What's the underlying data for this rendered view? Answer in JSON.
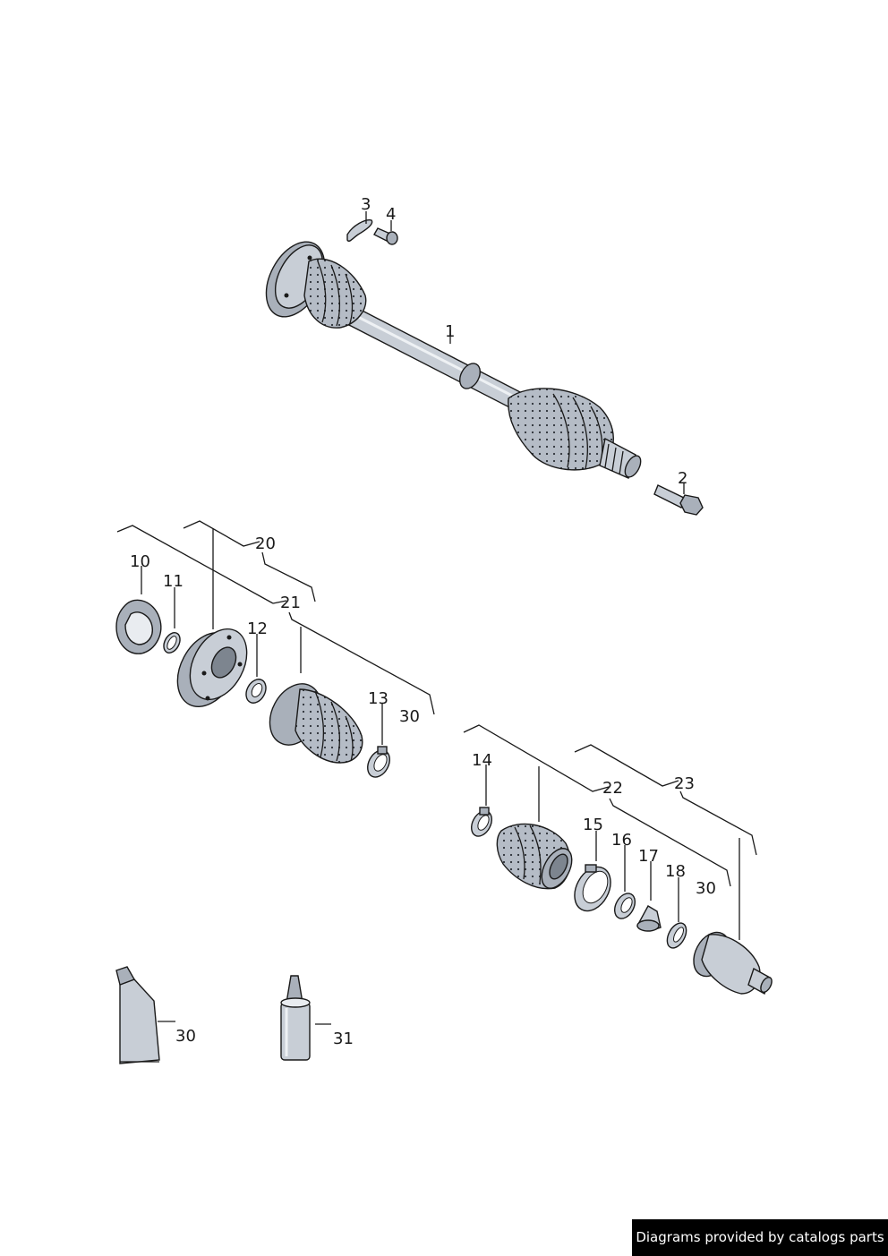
{
  "callouts": [
    "1",
    "2",
    "3",
    "4",
    "10",
    "11",
    "12",
    "13",
    "14",
    "15",
    "16",
    "17",
    "18",
    "20",
    "21",
    "22",
    "23",
    "30",
    "31"
  ],
  "repeat_labels": {
    "thirty_a": "30",
    "thirty_b": "30"
  },
  "credit": "Diagrams provided by catalogs parts",
  "colors": {
    "part_fill": "#c8ced6",
    "part_shade": "#a9b0ba",
    "outline": "#1a1a1a",
    "credit_bg": "#000000"
  }
}
